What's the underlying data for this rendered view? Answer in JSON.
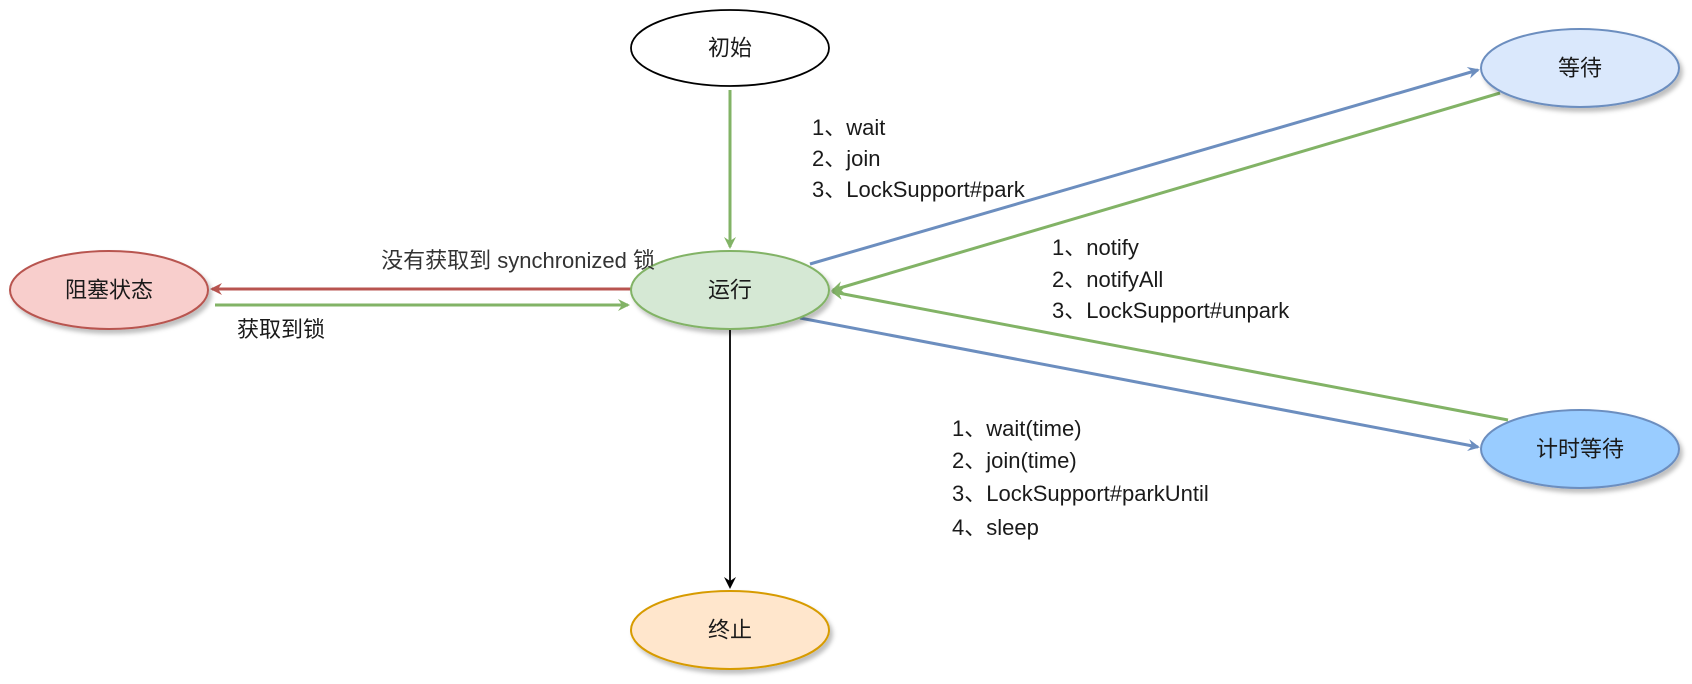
{
  "colors": {
    "green_edge": "#82b366",
    "blue_edge": "#6c8ebf",
    "red_edge": "#b85450",
    "black_edge": "#000000",
    "node_initial_fill": "#ffffff",
    "node_initial_stroke": "#000000",
    "node_running_fill": "#d5e8d4",
    "node_running_stroke": "#82b366",
    "node_blocked_fill": "#f8cecc",
    "node_blocked_stroke": "#b85450",
    "node_waiting_fill": "#dae8fc",
    "node_waiting_stroke": "#6c8ebf",
    "node_timed_fill": "#99ccff",
    "node_timed_stroke": "#6c8ebf",
    "node_terminated_fill": "#ffe6cc",
    "node_terminated_stroke": "#d79b00"
  },
  "nodes": {
    "initial": "初始",
    "running": "运行",
    "blocked": "阻塞状态",
    "waiting": "等待",
    "timed_waiting": "计时等待",
    "terminated": "终止"
  },
  "edge_labels": {
    "to_waiting": [
      "1、wait",
      "2、join",
      "3、LockSupport#park"
    ],
    "from_waiting": [
      "1、notify",
      "2、notifyAll",
      "3、LockSupport#unpark"
    ],
    "to_timed_waiting": [
      "1、wait(time)",
      "2、join(time)",
      "3、LockSupport#parkUntil",
      "4、sleep"
    ],
    "to_blocked": "没有获取到 synchronized 锁",
    "from_blocked": "获取到锁"
  }
}
